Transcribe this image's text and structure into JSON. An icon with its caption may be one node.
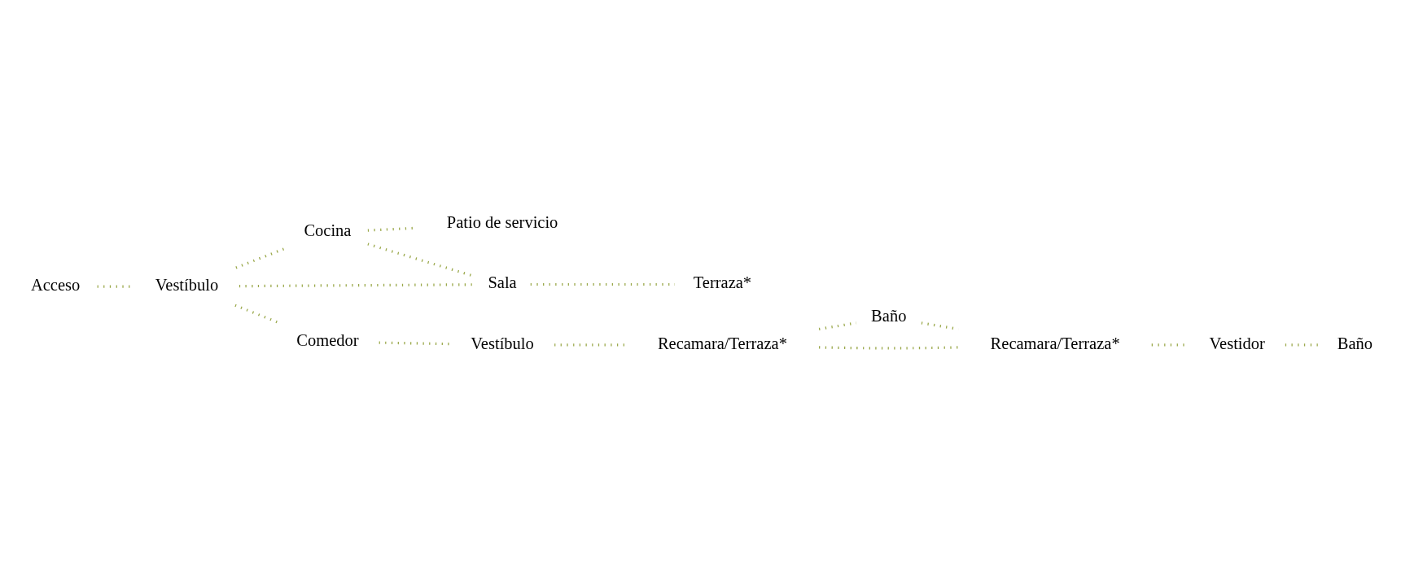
{
  "diagram": {
    "nodes": [
      {
        "text": [
          "Acceso"
        ]
      },
      {
        "text": [
          "Vestíbulo"
        ]
      },
      {
        "text": [
          "Cocina"
        ]
      },
      {
        "text": [
          "Patio de servicio"
        ]
      },
      {
        "text": [
          "Comedor"
        ]
      },
      {
        "text": [
          "Sala"
        ]
      },
      {
        "text": [
          "Terraza*"
        ]
      },
      {
        "text": [
          "Vestíbulo"
        ]
      },
      {
        "text": [
          "Recamara/Terraza*"
        ]
      },
      {
        "text": [
          "Baño"
        ]
      },
      {
        "text": [
          "Recamara/Terraza*"
        ]
      },
      {
        "text": [
          "Vestidor"
        ]
      },
      {
        "text": [
          "Baño"
        ]
      }
    ],
    "edges": [
      {
        "from": 0,
        "to": 1,
        "arrow": "none"
      },
      {
        "from": 1,
        "to": 2,
        "arrow": "none"
      },
      {
        "from": 1,
        "to": 4,
        "arrow": "none"
      },
      {
        "from": 1,
        "to": 5,
        "arrow": "none"
      },
      {
        "from": 2,
        "to": 3,
        "arrow": "none"
      },
      {
        "from": 2,
        "to": 5,
        "arrow": "none"
      },
      {
        "from": 5,
        "to": 6,
        "arrow": "none"
      },
      {
        "from": 4,
        "to": 7,
        "arrow": "none"
      },
      {
        "from": 7,
        "to": 8,
        "arrow": "none"
      },
      {
        "from": 8,
        "to": 9,
        "arrow": "none"
      },
      {
        "from": 8,
        "to": 10,
        "arrow": "none"
      },
      {
        "from": 9,
        "to": 10,
        "arrow": "none"
      },
      {
        "from": 10,
        "to": 11,
        "arrow": "none"
      },
      {
        "from": 11,
        "to": 12,
        "arrow": "none"
      }
    ]
  }
}
